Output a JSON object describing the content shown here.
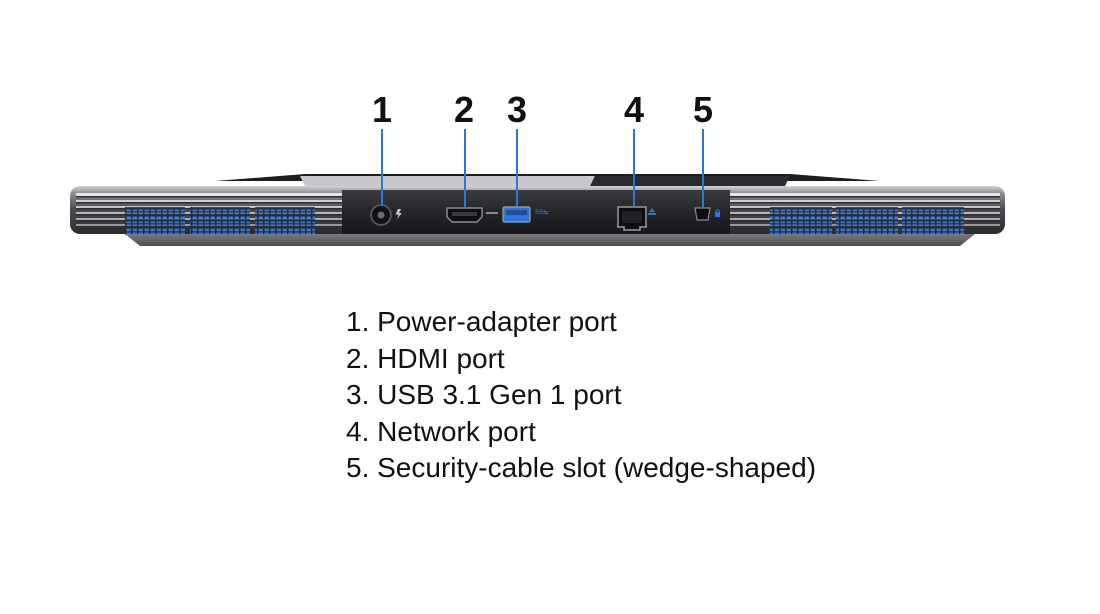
{
  "callouts": [
    "1",
    "2",
    "3",
    "4",
    "5"
  ],
  "legend": [
    "1. Power-adapter port",
    "2. HDMI port",
    "3. USB 3.1 Gen 1 port",
    "4. Network port",
    "5. Security-cable slot (wedge-shaped)"
  ],
  "colors": {
    "chassis_dark": "#2b2b2d",
    "chassis_light": "#b9b9bd",
    "vent_blue": "#2f6fc8",
    "usb_blue": "#2f74d8",
    "callout_line": "#2f74d8"
  }
}
